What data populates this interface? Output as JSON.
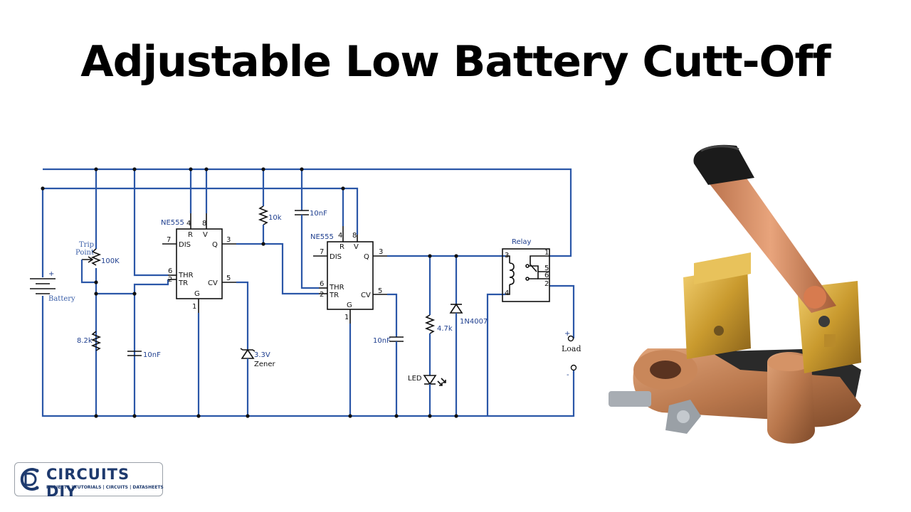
{
  "title": "Adjustable Low Battery Cutt-Off",
  "schematic": {
    "battery": "Battery",
    "battery_plus": "+",
    "trip_line1": "Trip",
    "trip_line2": "Point",
    "pot": "100K",
    "r_bottom": "8.2k",
    "cap1": "10nF",
    "ic1_name": "NE555",
    "ic1_pins": {
      "p4": "4",
      "p8": "8",
      "p7": "7",
      "p6": "6",
      "p2": "2",
      "p1": "1",
      "p3": "3",
      "p5": "5"
    },
    "ic1_labels": {
      "r": "R",
      "v": "V",
      "dis": "DIS",
      "thr": "THR",
      "tr": "TR",
      "g": "G",
      "q": "Q",
      "cv": "CV"
    },
    "r10k": "10k",
    "zener_v": "3.3V",
    "zener": "Zener",
    "cap_top": "10nF",
    "ic2_name": "NE555",
    "ic2_pins": {
      "p4": "4",
      "p8": "8",
      "p7": "7",
      "p6": "6",
      "p2": "2",
      "p1": "1",
      "p3": "3",
      "p5": "5"
    },
    "ic2_labels": {
      "r": "R",
      "v": "V",
      "dis": "DIS",
      "thr": "THR",
      "tr": "TR",
      "g": "G",
      "q": "Q",
      "cv": "CV"
    },
    "cap2": "10nF",
    "r47": "4.7k",
    "led": "LED",
    "diode": "1N4007",
    "relay": "Relay",
    "relay_pins": {
      "p1": "1",
      "p3": "3",
      "p4": "4",
      "p5": "5",
      "p6": "6",
      "p2": "2"
    },
    "load": "Load",
    "load_plus": "+",
    "load_minus": "-"
  },
  "logo": {
    "name": "CIRCUITS DIY",
    "tagline": "PROJECTS | TUTORIALS | CIRCUITS | DATASHEETS"
  }
}
